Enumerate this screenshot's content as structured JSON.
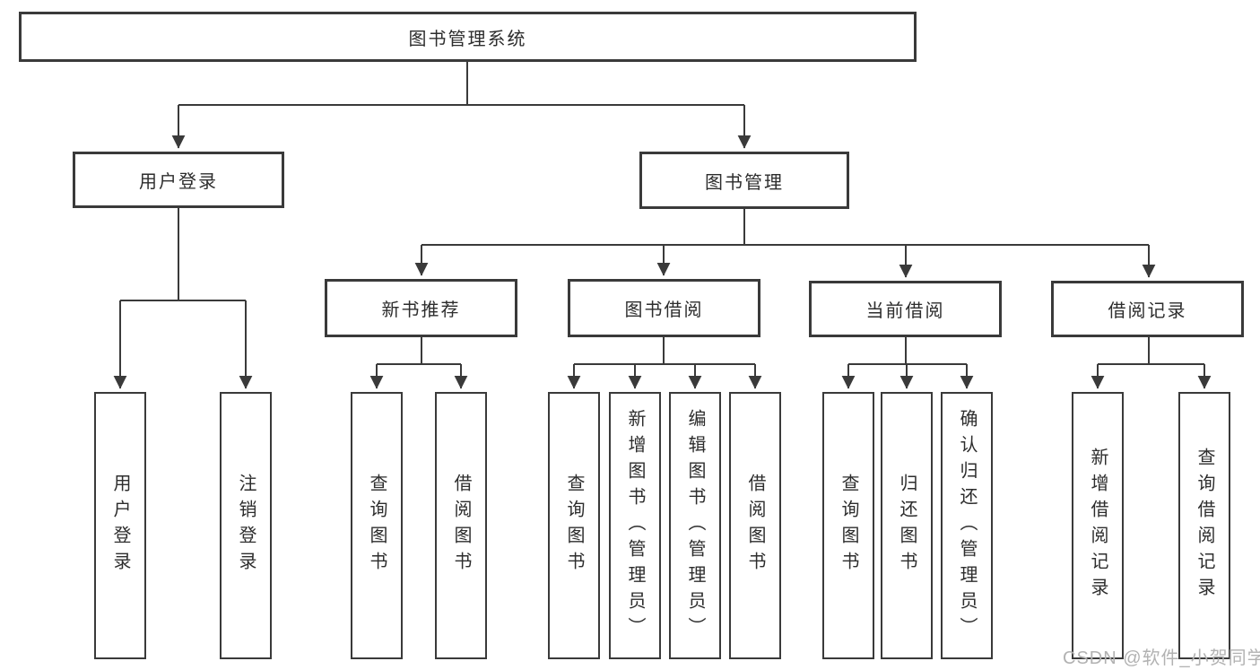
{
  "diagram_title": "图书管理系统",
  "colors": {
    "line": "#3a3a3a",
    "box_border": "#3a3a3a",
    "text": "#2d2d2d",
    "watermark": "#b2b2b2",
    "background": "#ffffff"
  },
  "nodes": {
    "root": "图书管理系统",
    "user_login": "用户登录",
    "book_management": "图书管理",
    "new_book_recommend": "新书推荐",
    "book_borrowing": "图书借阅",
    "current_borrowing": "当前借阅",
    "borrowing_records": "借阅记录",
    "leaf_user_login": "用户登录",
    "leaf_logout": "注销登录",
    "leaf_nbr_query_books": "查询图书",
    "leaf_nbr_borrow_books": "借阅图书",
    "leaf_bb_query_books": "查询图书",
    "leaf_bb_add_books": "新增图书（管理员）",
    "leaf_bb_edit_books": "编辑图书（管理员）",
    "leaf_bb_borrow_books": "借阅图书",
    "leaf_cb_query_books": "查询图书",
    "leaf_cb_return_books": "归还图书",
    "leaf_cb_confirm_return": "确认归还（管理员）",
    "leaf_br_add_record": "新增借阅记录",
    "leaf_br_query_record": "查询借阅记录"
  },
  "hierarchy": {
    "图书管理系统": {
      "用户登录": [
        "用户登录",
        "注销登录"
      ],
      "图书管理": {
        "新书推荐": [
          "查询图书",
          "借阅图书"
        ],
        "图书借阅": [
          "查询图书",
          "新增图书（管理员）",
          "编辑图书（管理员）",
          "借阅图书"
        ],
        "当前借阅": [
          "查询图书",
          "归还图书",
          "确认归还（管理员）"
        ],
        "借阅记录": [
          "新增借阅记录",
          "查询借阅记录"
        ]
      }
    }
  },
  "watermark": {
    "text": "CSDN @软件_小贺同学"
  }
}
